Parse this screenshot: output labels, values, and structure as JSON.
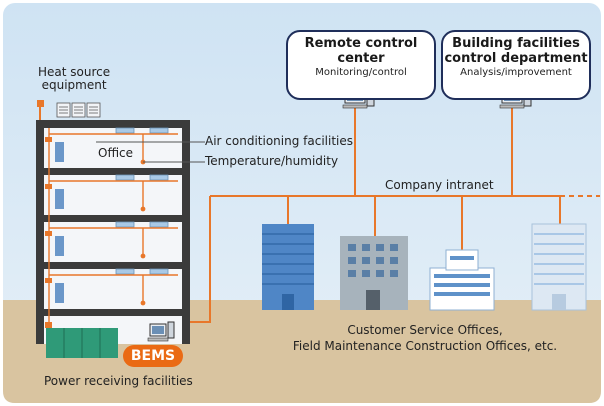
{
  "labels": {
    "heat_source": "Heat source\nequipment",
    "air_conditioning": "Air conditioning facilities",
    "office": "Office",
    "temperature": "Temperature/humidity",
    "intranet": "Company intranet",
    "customer_offices": "Customer Service Offices,\nField Maintenance Construction Offices, etc.",
    "power": "Power receiving facilities",
    "bems": "BEMS"
  },
  "cards": {
    "remote": {
      "title": "Remote control\ncenter",
      "subtitle": "Monitoring/control"
    },
    "building": {
      "title": "Building facilities\ncontrol department",
      "subtitle": "Analysis/improvement"
    }
  },
  "colors": {
    "network": "#e8772a",
    "sky": "#d9e9f6",
    "ground": "#d9c4a0",
    "building_dark": "#3b3b3b",
    "card_border": "#1f2e5a",
    "bems": "#ea6a14"
  }
}
